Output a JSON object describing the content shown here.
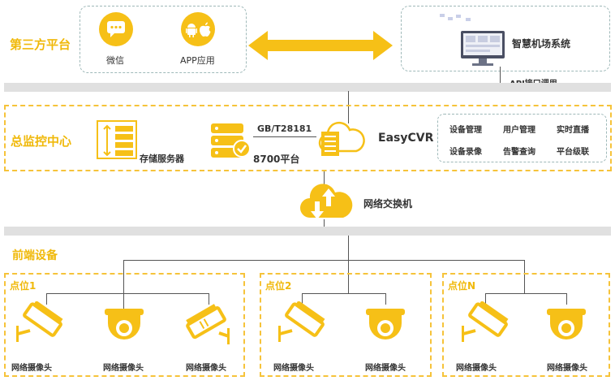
{
  "third_party": {
    "title": "第三方平台",
    "wechat": "微信",
    "app": "APP应用"
  },
  "airport": {
    "system": "智慧机场系统",
    "api": "API接口调用"
  },
  "center": {
    "title": "总监控中心",
    "storage": "存储服务器",
    "protocol": "GB/T28181",
    "platform": "8700平台",
    "easycvr": "EasyCVR",
    "features": [
      "设备管理",
      "用户管理",
      "实时直播",
      "设备录像",
      "告警查询",
      "平台级联"
    ]
  },
  "network": {
    "switch": "网络交换机"
  },
  "front": {
    "title": "前端设备",
    "points": [
      {
        "name": "点位1",
        "cameras": [
          "网络摄像头",
          "网络摄像头",
          "网络摄像头"
        ]
      },
      {
        "name": "点位2",
        "cameras": [
          "网络摄像头",
          "网络摄像头"
        ]
      },
      {
        "name": "点位N",
        "cameras": [
          "网络摄像头",
          "网络摄像头"
        ]
      }
    ]
  },
  "colors": {
    "accent": "#f0b90b",
    "gray_bar": "#e0e0e0",
    "dash_green": "#9fb9b9"
  }
}
